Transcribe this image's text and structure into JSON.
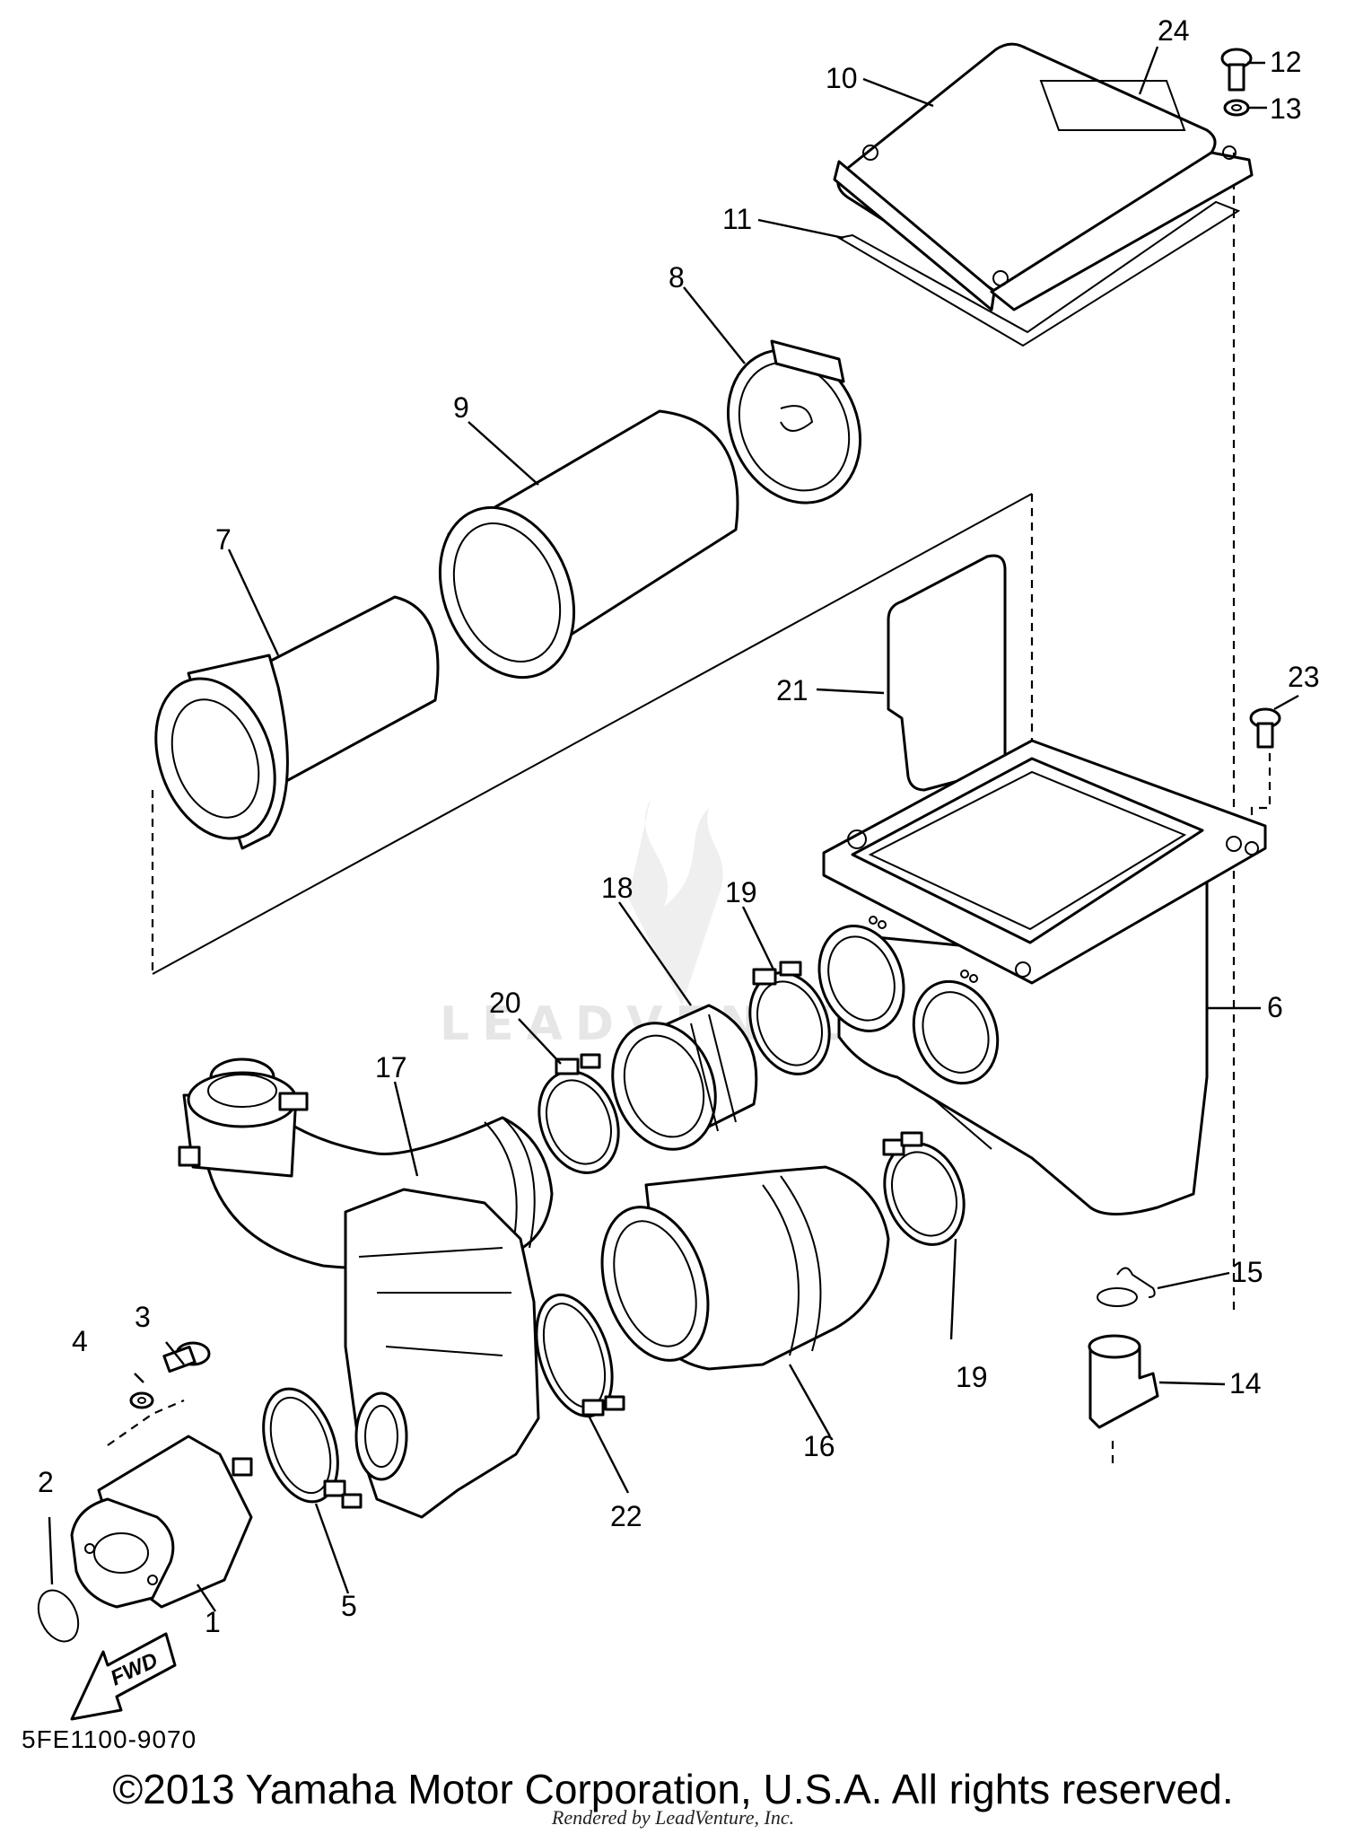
{
  "diagram": {
    "watermark_text": "LEADVENTURE",
    "fwd_label": "FWD",
    "reference_code": "5FE1100-9070",
    "copyright": "©2013 Yamaha Motor Corporation, U.S.A. All rights reserved.",
    "rendered_by": "Rendered by LeadVenture, Inc.",
    "callouts": [
      {
        "key": "p1",
        "label": "1"
      },
      {
        "key": "p2",
        "label": "2"
      },
      {
        "key": "p3",
        "label": "3"
      },
      {
        "key": "p4",
        "label": "4"
      },
      {
        "key": "p5",
        "label": "5"
      },
      {
        "key": "p6",
        "label": "6"
      },
      {
        "key": "p7",
        "label": "7"
      },
      {
        "key": "p8",
        "label": "8"
      },
      {
        "key": "p9",
        "label": "9"
      },
      {
        "key": "p10",
        "label": "10"
      },
      {
        "key": "p11",
        "label": "11"
      },
      {
        "key": "p12",
        "label": "12"
      },
      {
        "key": "p13",
        "label": "13"
      },
      {
        "key": "p14",
        "label": "14"
      },
      {
        "key": "p15",
        "label": "15"
      },
      {
        "key": "p16",
        "label": "16"
      },
      {
        "key": "p17",
        "label": "17"
      },
      {
        "key": "p18",
        "label": "18"
      },
      {
        "key": "p19a",
        "label": "19"
      },
      {
        "key": "p19b",
        "label": "19"
      },
      {
        "key": "p20",
        "label": "20"
      },
      {
        "key": "p21",
        "label": "21"
      },
      {
        "key": "p22",
        "label": "22"
      },
      {
        "key": "p23",
        "label": "23"
      },
      {
        "key": "p24",
        "label": "24"
      }
    ]
  }
}
